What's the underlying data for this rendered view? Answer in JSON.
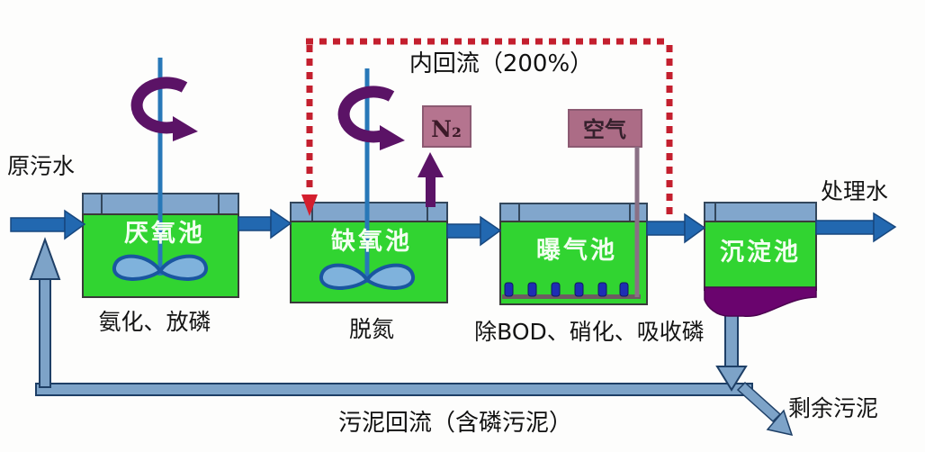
{
  "diagram": {
    "flow_labels": {
      "raw_water": "原污水",
      "treated_water": "处理水",
      "internal_recycle": "内回流（200%）",
      "n2_gas": "N₂",
      "air": "空气",
      "excess_sludge": "剩余污泥",
      "sludge_return": "污泥回流（含磷污泥）"
    },
    "tanks": [
      {
        "name": "厌氧池",
        "caption": "氨化、放磷"
      },
      {
        "name": "缺氧池",
        "caption": "脱氮"
      },
      {
        "name": "曝气池",
        "caption": "除BOD、硝化、吸收磷"
      },
      {
        "name": "沉淀池"
      }
    ],
    "colors": {
      "tank_water_green": "#31d431",
      "tank_top_band_blue": "#81a6cc",
      "flow_arrow_blue": "#2268b0",
      "return_pipe_blue": "#7da3c8",
      "mixer_arrow_purple": "#5b1366",
      "gas_label_box_mauve": "#b5748f",
      "internal_recycle_red": "#c41f2e",
      "settled_sludge_purple": "#6a046e"
    }
  }
}
